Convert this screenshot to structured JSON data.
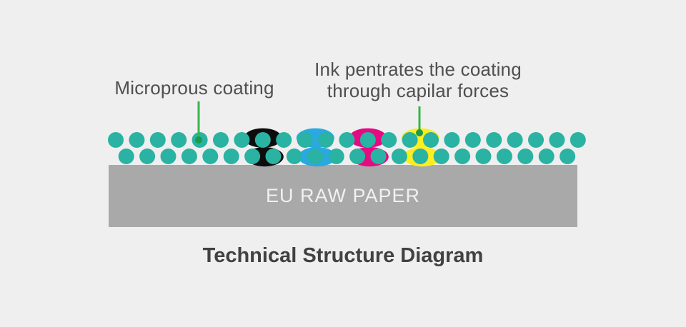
{
  "title": {
    "text": "Technical Structure Diagram"
  },
  "labels": {
    "coating": "Microprous coating",
    "ink_line1": "Ink pentrates the coating",
    "ink_line2": "through capilar forces"
  },
  "paper": {
    "label": "EU RAW PAPER"
  },
  "coating": {
    "dot_color": "#2ab2a3",
    "top_row_count": 23,
    "bottom_row_count": 22
  },
  "ink_blobs": [
    {
      "name": "black",
      "color": "#0d0d0d"
    },
    {
      "name": "cyan",
      "color": "#29a9e0"
    },
    {
      "name": "magenta",
      "color": "#e40a82"
    },
    {
      "name": "yellow",
      "color": "#fcee21"
    }
  ],
  "connectors": {
    "line_color": "#3ab54a",
    "tip_color": "#169c4a"
  },
  "colors": {
    "background": "#efefef",
    "paper": "#a9a9a9",
    "paper_text": "#f1f1f1",
    "title_text": "#414042",
    "label_text": "#4f4f51"
  }
}
